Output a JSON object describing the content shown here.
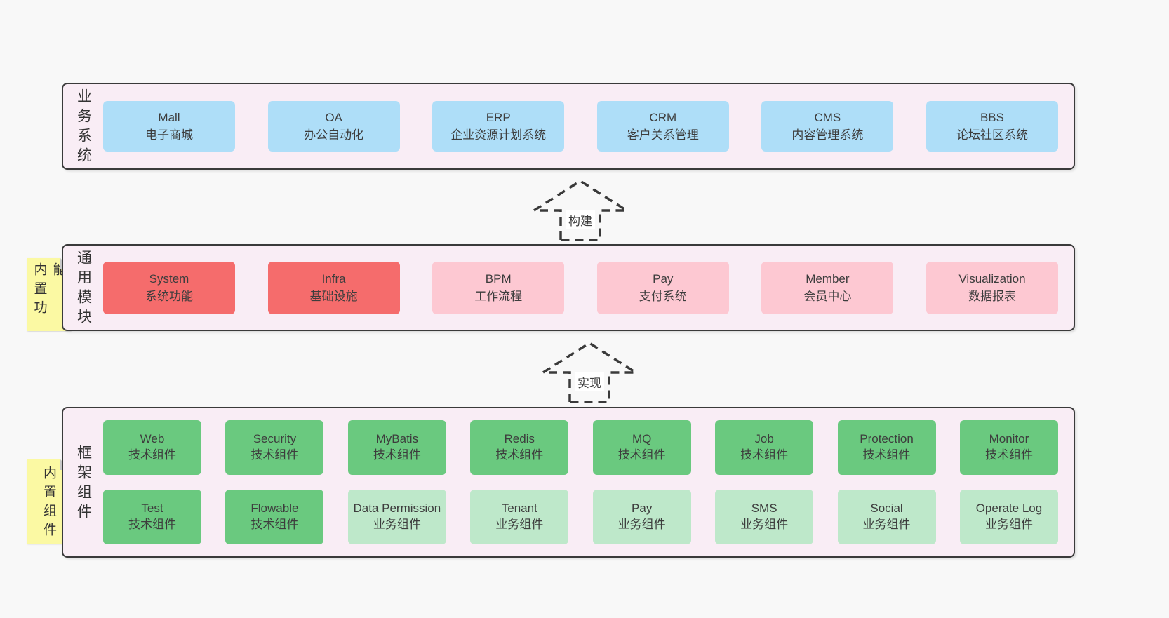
{
  "colors": {
    "page-bg": "#f8f8f8",
    "container-bg": "#f9edf5",
    "border": "#3a3a3a",
    "text": "#3d3d3d",
    "blue": "#aedef8",
    "red": "#f56c6c",
    "pink": "#fdc8d2",
    "green": "#6ac97f",
    "lightgreen": "#bee8ca",
    "sticky-bg": "#fbf9a3",
    "fold": "#c9c9c9",
    "arrow-label-bg": "#ffffff"
  },
  "layers": [
    {
      "title": "业务系统",
      "sticky": null,
      "rows": [
        [
          {
            "name": "Mall",
            "desc": "电子商城",
            "color": "blue"
          },
          {
            "name": "OA",
            "desc": "办公自动化",
            "color": "blue"
          },
          {
            "name": "ERP",
            "desc": "企业资源计划系统",
            "color": "blue"
          },
          {
            "name": "CRM",
            "desc": "客户关系管理",
            "color": "blue"
          },
          {
            "name": "CMS",
            "desc": "内容管理系统",
            "color": "blue"
          },
          {
            "name": "BBS",
            "desc": "论坛社区系统",
            "color": "blue"
          }
        ]
      ]
    },
    {
      "title": "通用模块",
      "sticky": "内置功能",
      "rows": [
        [
          {
            "name": "System",
            "desc": "系统功能",
            "color": "red"
          },
          {
            "name": "Infra",
            "desc": "基础设施",
            "color": "red"
          },
          {
            "name": "BPM",
            "desc": "工作流程",
            "color": "pink"
          },
          {
            "name": "Pay",
            "desc": "支付系统",
            "color": "pink"
          },
          {
            "name": "Member",
            "desc": "会员中心",
            "color": "pink"
          },
          {
            "name": "Visualization",
            "desc": "数据报表",
            "color": "pink"
          }
        ]
      ]
    },
    {
      "title": "框架组件",
      "sticky": "内置组件",
      "rows": [
        [
          {
            "name": "Web",
            "desc": "技术组件",
            "color": "green"
          },
          {
            "name": "Security",
            "desc": "技术组件",
            "color": "green"
          },
          {
            "name": "MyBatis",
            "desc": "技术组件",
            "color": "green"
          },
          {
            "name": "Redis",
            "desc": "技术组件",
            "color": "green"
          },
          {
            "name": "MQ",
            "desc": "技术组件",
            "color": "green"
          },
          {
            "name": "Job",
            "desc": "技术组件",
            "color": "green"
          },
          {
            "name": "Protection",
            "desc": "技术组件",
            "color": "green"
          },
          {
            "name": "Monitor",
            "desc": "技术组件",
            "color": "green"
          }
        ],
        [
          {
            "name": "Test",
            "desc": "技术组件",
            "color": "green"
          },
          {
            "name": "Flowable",
            "desc": "技术组件",
            "color": "green"
          },
          {
            "name": "Data Permission",
            "desc": "业务组件",
            "color": "lightgreen"
          },
          {
            "name": "Tenant",
            "desc": "业务组件",
            "color": "lightgreen"
          },
          {
            "name": "Pay",
            "desc": "业务组件",
            "color": "lightgreen"
          },
          {
            "name": "SMS",
            "desc": "业务组件",
            "color": "lightgreen"
          },
          {
            "name": "Social",
            "desc": "业务组件",
            "color": "lightgreen"
          },
          {
            "name": "Operate Log",
            "desc": "业务组件",
            "color": "lightgreen"
          }
        ]
      ]
    }
  ],
  "arrows": [
    {
      "label": "构建"
    },
    {
      "label": "实现"
    }
  ]
}
